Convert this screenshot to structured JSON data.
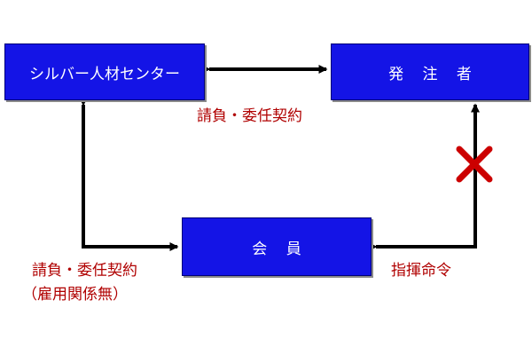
{
  "nodes": {
    "silver_center": {
      "label": "シルバー人材センター"
    },
    "client": {
      "label": "発 注 者"
    },
    "member": {
      "label": "会 員"
    }
  },
  "edges": {
    "center_client": {
      "label": "請負・委任契約"
    },
    "center_member": {
      "label": "請負・委任契約",
      "note": "（雇用関係無）"
    },
    "client_member": {
      "label": "指揮命令",
      "prohibited_mark": "cross-mark"
    }
  },
  "colors": {
    "box_fill": "#1414e6",
    "box_text": "#ffffff",
    "label_text": "#b00000",
    "arrow": "#000000",
    "cross": "#cc0000"
  }
}
